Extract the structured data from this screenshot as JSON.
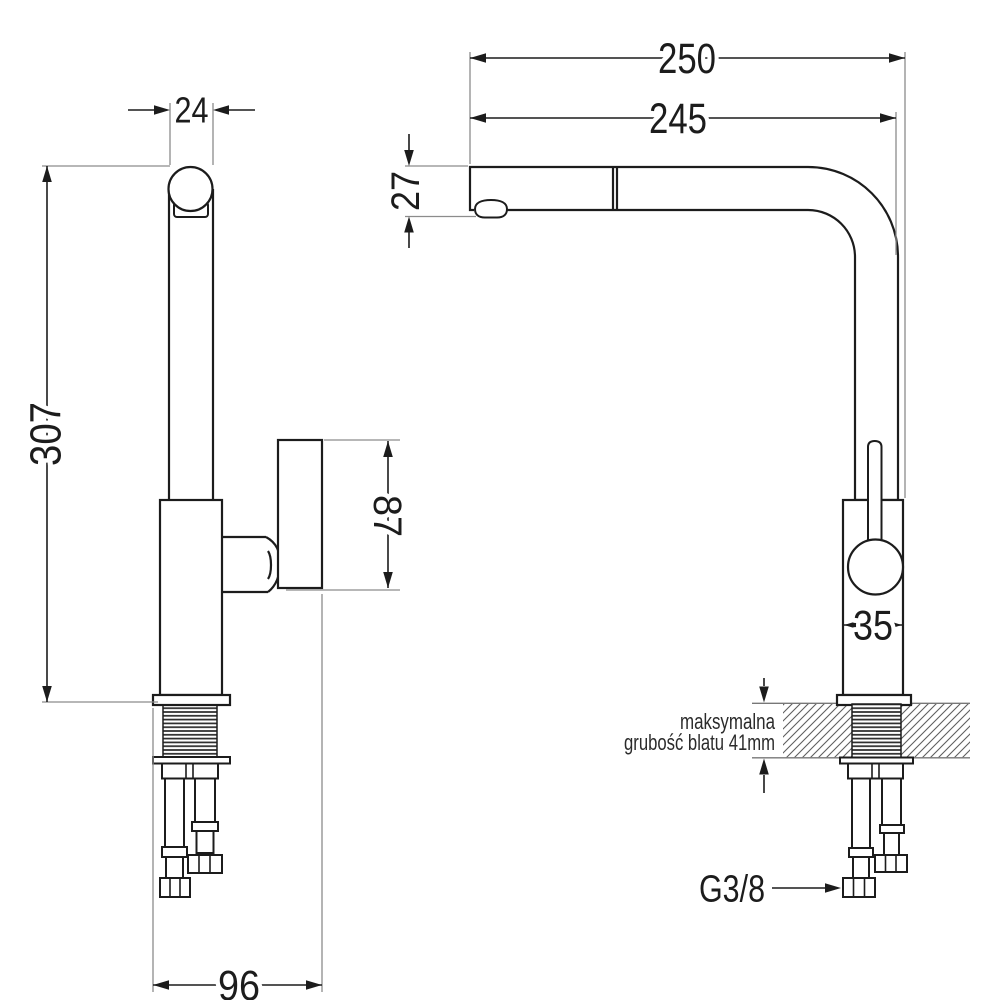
{
  "drawing": {
    "kind": "faucet-installation-dimension-drawing",
    "colors": {
      "line": "#1c1c1c",
      "extension_line": "#8c8c8c",
      "background": "#ffffff"
    },
    "dimensions": {
      "pipe_width": "24",
      "total_height": "307",
      "spout_end_height": "27",
      "handle_height": "87",
      "base_depth": "96",
      "spout_reach_total": "250",
      "spout_reach": "245",
      "body_width": "35",
      "thread_size": "G3/8"
    },
    "notes": {
      "countertop_line1": "maksymalna",
      "countertop_line2": "grubość blatu 41mm"
    }
  }
}
